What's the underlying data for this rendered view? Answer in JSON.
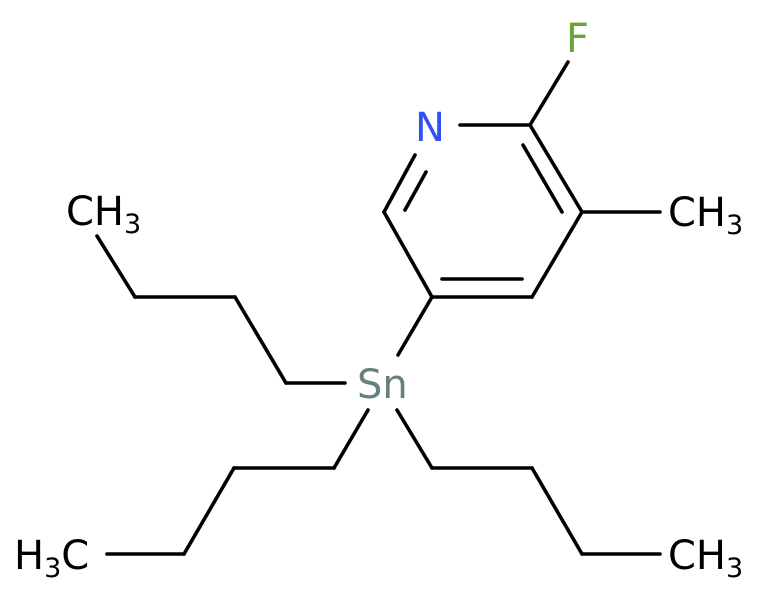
{
  "molecule": {
    "atoms": {
      "fluorine": {
        "text": "F",
        "color": "#6aa33a"
      },
      "nitrogen": {
        "text": "N",
        "color": "#3050f8"
      },
      "tin": {
        "text": "Sn",
        "color": "#668080"
      },
      "methyl_ring": {
        "main": "CH",
        "sub": "3"
      },
      "methyl_top_left": {
        "main": "CH",
        "sub": "3"
      },
      "methyl_bottom_left": {
        "main": "H",
        "sub": "3",
        "tail": "C"
      },
      "methyl_bottom_right": {
        "main": "CH",
        "sub": "3"
      }
    },
    "bond_color": "#000000"
  }
}
